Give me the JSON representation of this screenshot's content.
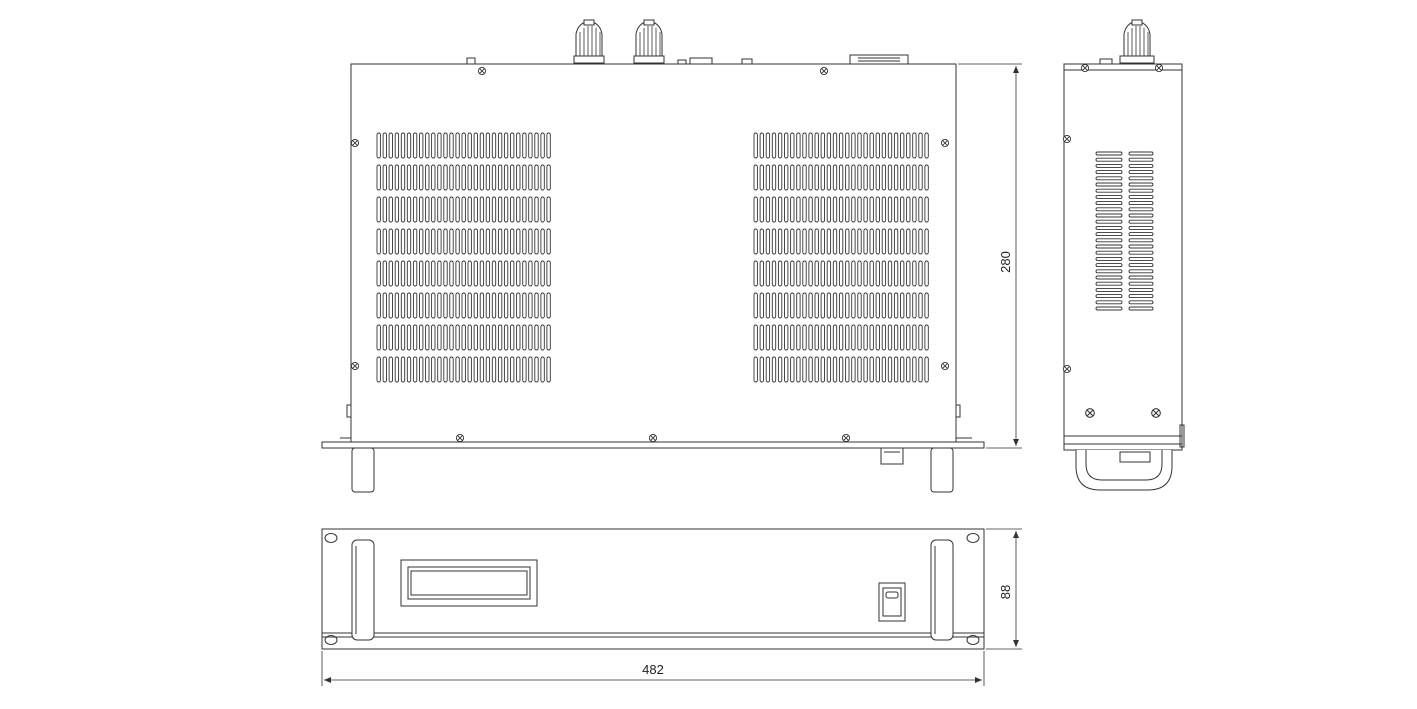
{
  "diagram": {
    "dimensions": {
      "depth": "280",
      "height": "88",
      "width": "482"
    },
    "views": [
      "top",
      "side",
      "front"
    ],
    "colors": {
      "line": "#333333",
      "light_line": "#666666",
      "background": "#ffffff"
    }
  }
}
